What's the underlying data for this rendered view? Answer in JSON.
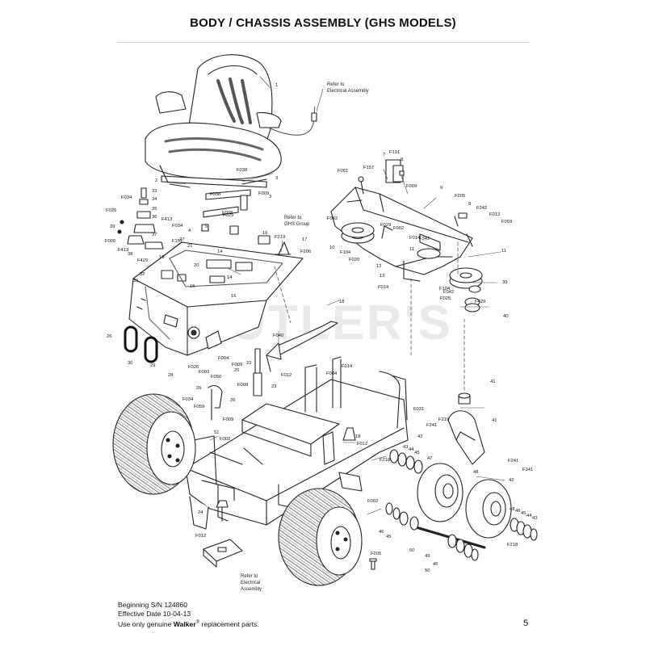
{
  "title": "BODY / CHASSIS ASSEMBLY (GHS MODELS)",
  "watermark": "CUTLER'S",
  "footer": {
    "line1": "Beginning S/N 124860",
    "line2": "Effective Date 10-04-13",
    "line3_prefix": "Use only genuine ",
    "brand": "Walker",
    "reg": "®",
    "line3_suffix": " replacement parts."
  },
  "page_number": "5",
  "notes": {
    "electrical_top": [
      "Refer to",
      "Electrical Assembly"
    ],
    "ghs_group": [
      "Refer to",
      "GHS Group"
    ],
    "electrical_bottom": [
      "Refer to",
      "Electrical",
      "Assembly"
    ]
  },
  "callouts": [
    "1",
    "2",
    "3",
    "3",
    "4",
    "5",
    "6",
    "7",
    "8",
    "9",
    "9",
    "10",
    "11",
    "11",
    "12",
    "13",
    "14",
    "14",
    "15",
    "16",
    "16",
    "17",
    "18",
    "18",
    "19",
    "20",
    "21",
    "22",
    "23",
    "24",
    "25",
    "26",
    "26",
    "26",
    "27",
    "28",
    "29",
    "30",
    "31",
    "32",
    "33",
    "34",
    "35",
    "36",
    "37",
    "38",
    "39",
    "39",
    "40",
    "41",
    "41",
    "42",
    "42",
    "43",
    "43",
    "44",
    "44",
    "45",
    "45",
    "45",
    "46",
    "46",
    "46",
    "47",
    "48",
    "48",
    "49",
    "50",
    "50",
    "51",
    "F002",
    "F002",
    "F002",
    "F004",
    "F004",
    "F005",
    "F009",
    "F009",
    "F009",
    "F009",
    "F009",
    "F009",
    "F012",
    "F012",
    "F012",
    "F013",
    "F014",
    "F014",
    "F014",
    "F020",
    "F025",
    "F026",
    "F026",
    "F029",
    "F029",
    "F031",
    "F034",
    "F034",
    "F034",
    "F038",
    "F038",
    "F040",
    "F042",
    "F042",
    "F050",
    "F051",
    "F059",
    "F059",
    "F093",
    "F104",
    "F104",
    "F151",
    "F157",
    "F191",
    "F205",
    "F205",
    "F206",
    "F218",
    "F218",
    "F219",
    "F219",
    "F241",
    "F241",
    "F341",
    "F342",
    "F342",
    "F413",
    "F413",
    "F429",
    "F429"
  ]
}
